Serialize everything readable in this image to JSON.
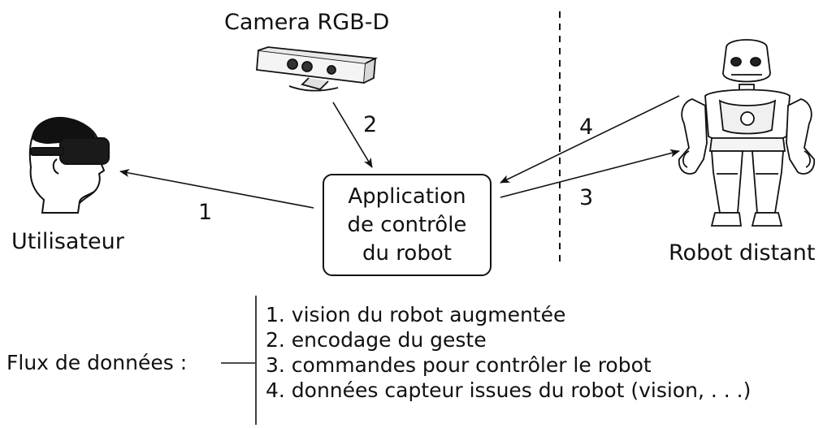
{
  "nodes": {
    "camera_label": "Camera RGB-D",
    "user_label": "Utilisateur",
    "robot_label": "Robot distant",
    "app_box": [
      "Application",
      "de contrôle",
      "du robot"
    ]
  },
  "arrow_labels": {
    "a1": "1",
    "a2": "2",
    "a3": "3",
    "a4": "4"
  },
  "legend": {
    "title": "Flux de données :",
    "items": [
      "1. vision du robot augmentée",
      "2. encodage du geste",
      "3. commandes pour contrôler le robot",
      "4. données capteur issues du robot (vision, . . .)"
    ]
  }
}
